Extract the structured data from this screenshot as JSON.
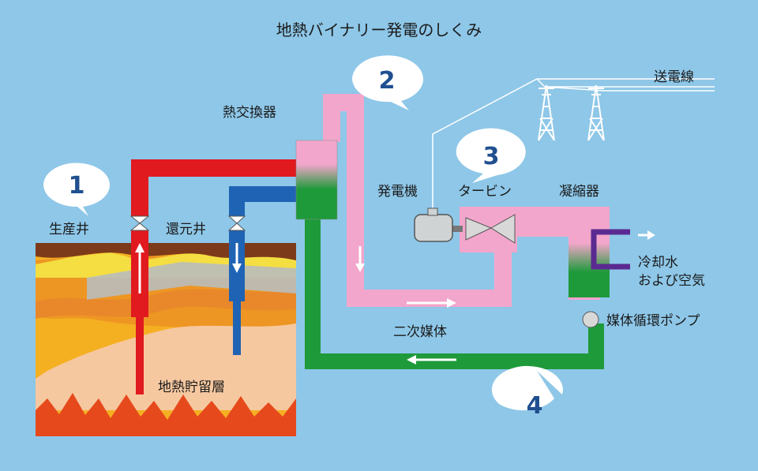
{
  "title": "地熱バイナリー発電のしくみ",
  "labels": {
    "power_line": "送電線",
    "heat_exchanger": "熱交換器",
    "generator": "発電機",
    "turbine": "タービン",
    "condenser": "凝縮器",
    "cooling_line1": "冷却水",
    "cooling_line2": "および空気",
    "pump": "媒体循環ポンプ",
    "secondary_medium": "二次媒体",
    "production_well": "生産井",
    "reinjection_well": "還元井",
    "reservoir": "地熱貯留層"
  },
  "steps": [
    "1",
    "2",
    "3",
    "4"
  ],
  "colors": {
    "sky": "#8ec7e8",
    "hot_water": "#e01a1f",
    "return_water": "#1f63b4",
    "medium_vapor": "#f3a6cb",
    "medium_liquid": "#1e9a3b",
    "cooling": "#5b2a91",
    "bubble": "#ffffff",
    "step_number": "#1f4f8f"
  },
  "icons": [
    "speech-bubble-icon",
    "valve-icon",
    "arrow-icon",
    "tower-icon",
    "pump-icon"
  ]
}
